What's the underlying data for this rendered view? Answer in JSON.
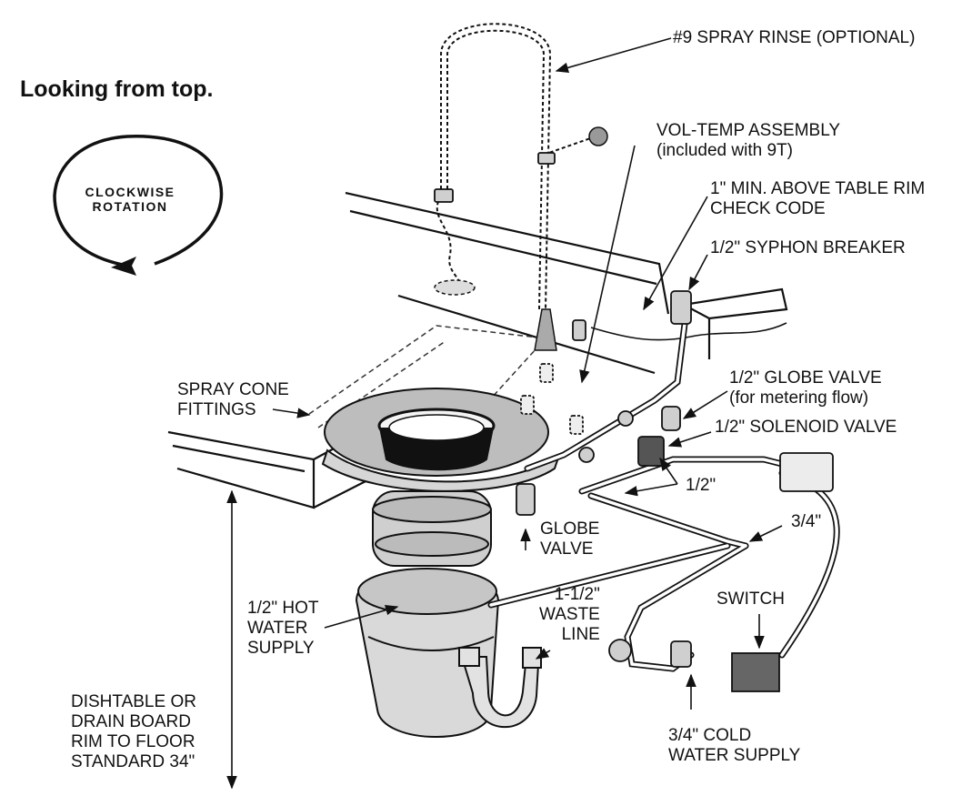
{
  "title": "Looking from top.",
  "rotation": [
    "CLOCKWISE",
    "ROTATION"
  ],
  "labels": {
    "spray_rinse": "#9 SPRAY RINSE (OPTIONAL)",
    "vol_temp": [
      "VOL-TEMP ASSEMBLY",
      "(included with 9T)"
    ],
    "check_code": [
      "1\" MIN. ABOVE TABLE RIM",
      "CHECK CODE"
    ],
    "syphon_breaker": "1/2\" SYPHON BREAKER",
    "globe_valve_metering": [
      "1/2\" GLOBE VALVE",
      "(for metering flow)"
    ],
    "solenoid_valve": "1/2\" SOLENOID VALVE",
    "spray_cone": [
      "SPRAY CONE",
      "FITTINGS"
    ],
    "half_inch": "1/2\"",
    "three_quarter": "3/4\"",
    "globe_valve": [
      "GLOBE",
      "VALVE"
    ],
    "switch": "SWITCH",
    "waste_line": [
      "1-1/2\"",
      "WASTE",
      "LINE"
    ],
    "hot_water": [
      "1/2\" HOT",
      "WATER",
      "SUPPLY"
    ],
    "dishtable": [
      "DISHTABLE OR",
      "DRAIN BOARD",
      "RIM TO FLOOR",
      "STANDARD 34\""
    ],
    "cold_water": [
      "3/4\" COLD",
      "WATER SUPPLY"
    ]
  }
}
